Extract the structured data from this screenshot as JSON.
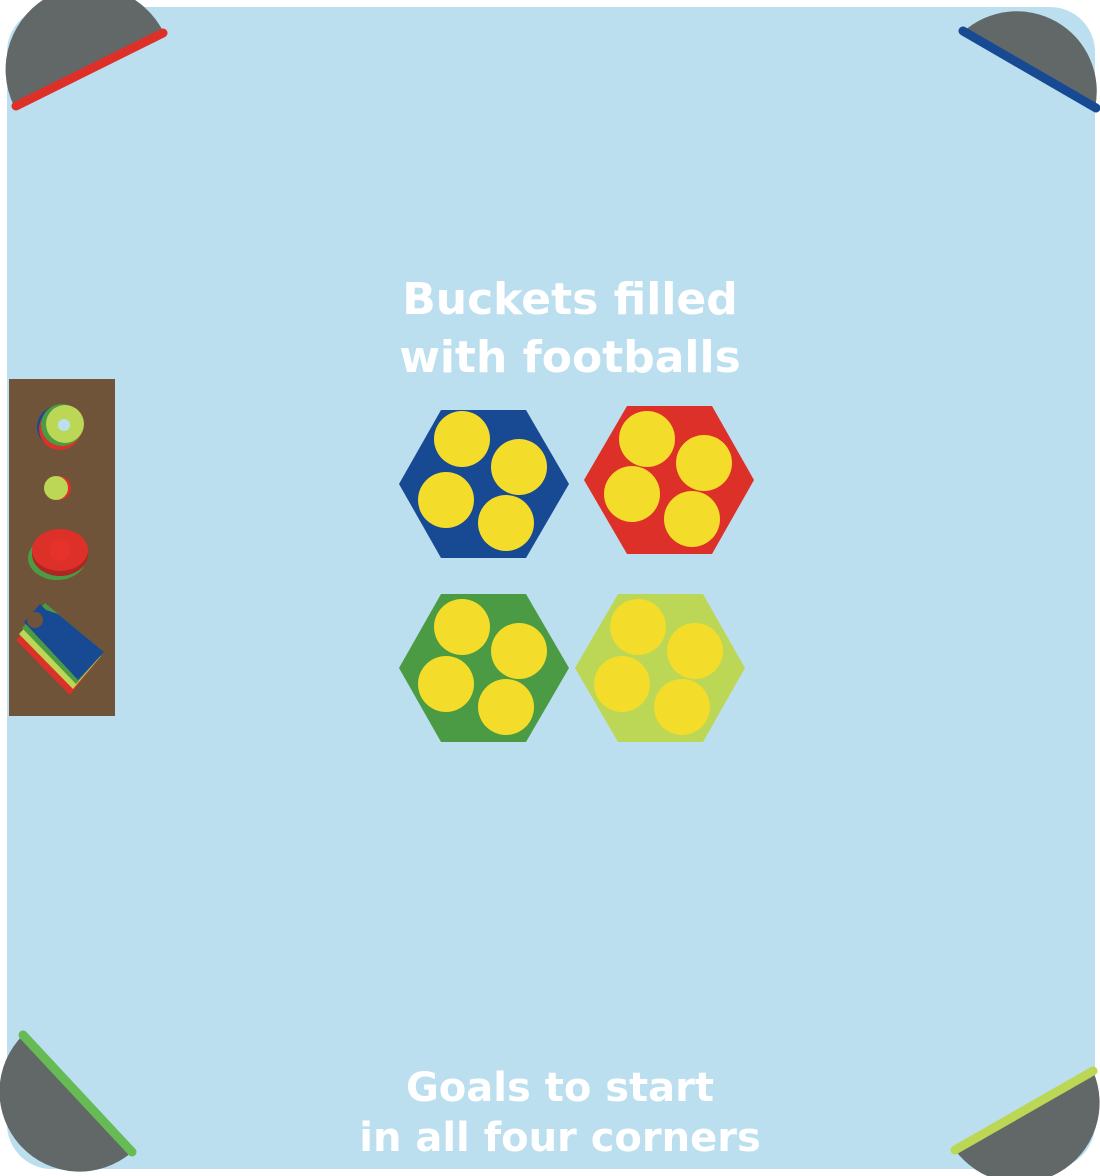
{
  "field": {
    "background_color": "#bcdff0",
    "border_color": "#ffffff"
  },
  "labels": {
    "buckets_line1": "Buckets filled",
    "buckets_line2": "with footballs",
    "goals_line1": "Goals to start",
    "goals_line2": "in all four corners"
  },
  "colors": {
    "blue": "#184a94",
    "red": "#dd3029",
    "green": "#4b9a44",
    "lime": "#bcd755",
    "ball_yellow": "#f4dc2a",
    "goal_grey": "#626767",
    "equipment_box": "#705439"
  },
  "buckets": [
    {
      "color": "blue",
      "balls": 4
    },
    {
      "color": "red",
      "balls": 4
    },
    {
      "color": "green",
      "balls": 4
    },
    {
      "color": "lime",
      "balls": 4
    }
  ],
  "goals": [
    {
      "corner": "top-left",
      "color": "red"
    },
    {
      "corner": "top-right",
      "color": "blue"
    },
    {
      "corner": "bottom-left",
      "color": "green"
    },
    {
      "corner": "bottom-right",
      "color": "lime"
    }
  ],
  "equipment": [
    "cones-icon",
    "marker-disc-icon",
    "flat-marker-icon",
    "bibs-icon"
  ]
}
